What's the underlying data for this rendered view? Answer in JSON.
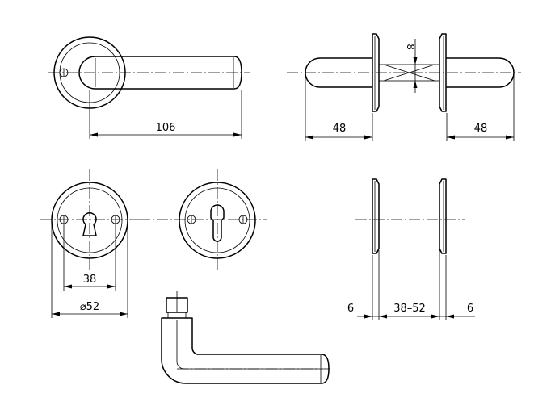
{
  "dimensions": {
    "handle_length": "106",
    "projection_left": "48",
    "projection_right": "48",
    "spindle": "8",
    "screw_spacing": "38",
    "rose_diameter": "⌀52",
    "rose_thickness_left": "6",
    "door_thickness": "38–52",
    "rose_thickness_right": "6"
  },
  "colors": {
    "line": "#000000",
    "background": "#ffffff"
  }
}
